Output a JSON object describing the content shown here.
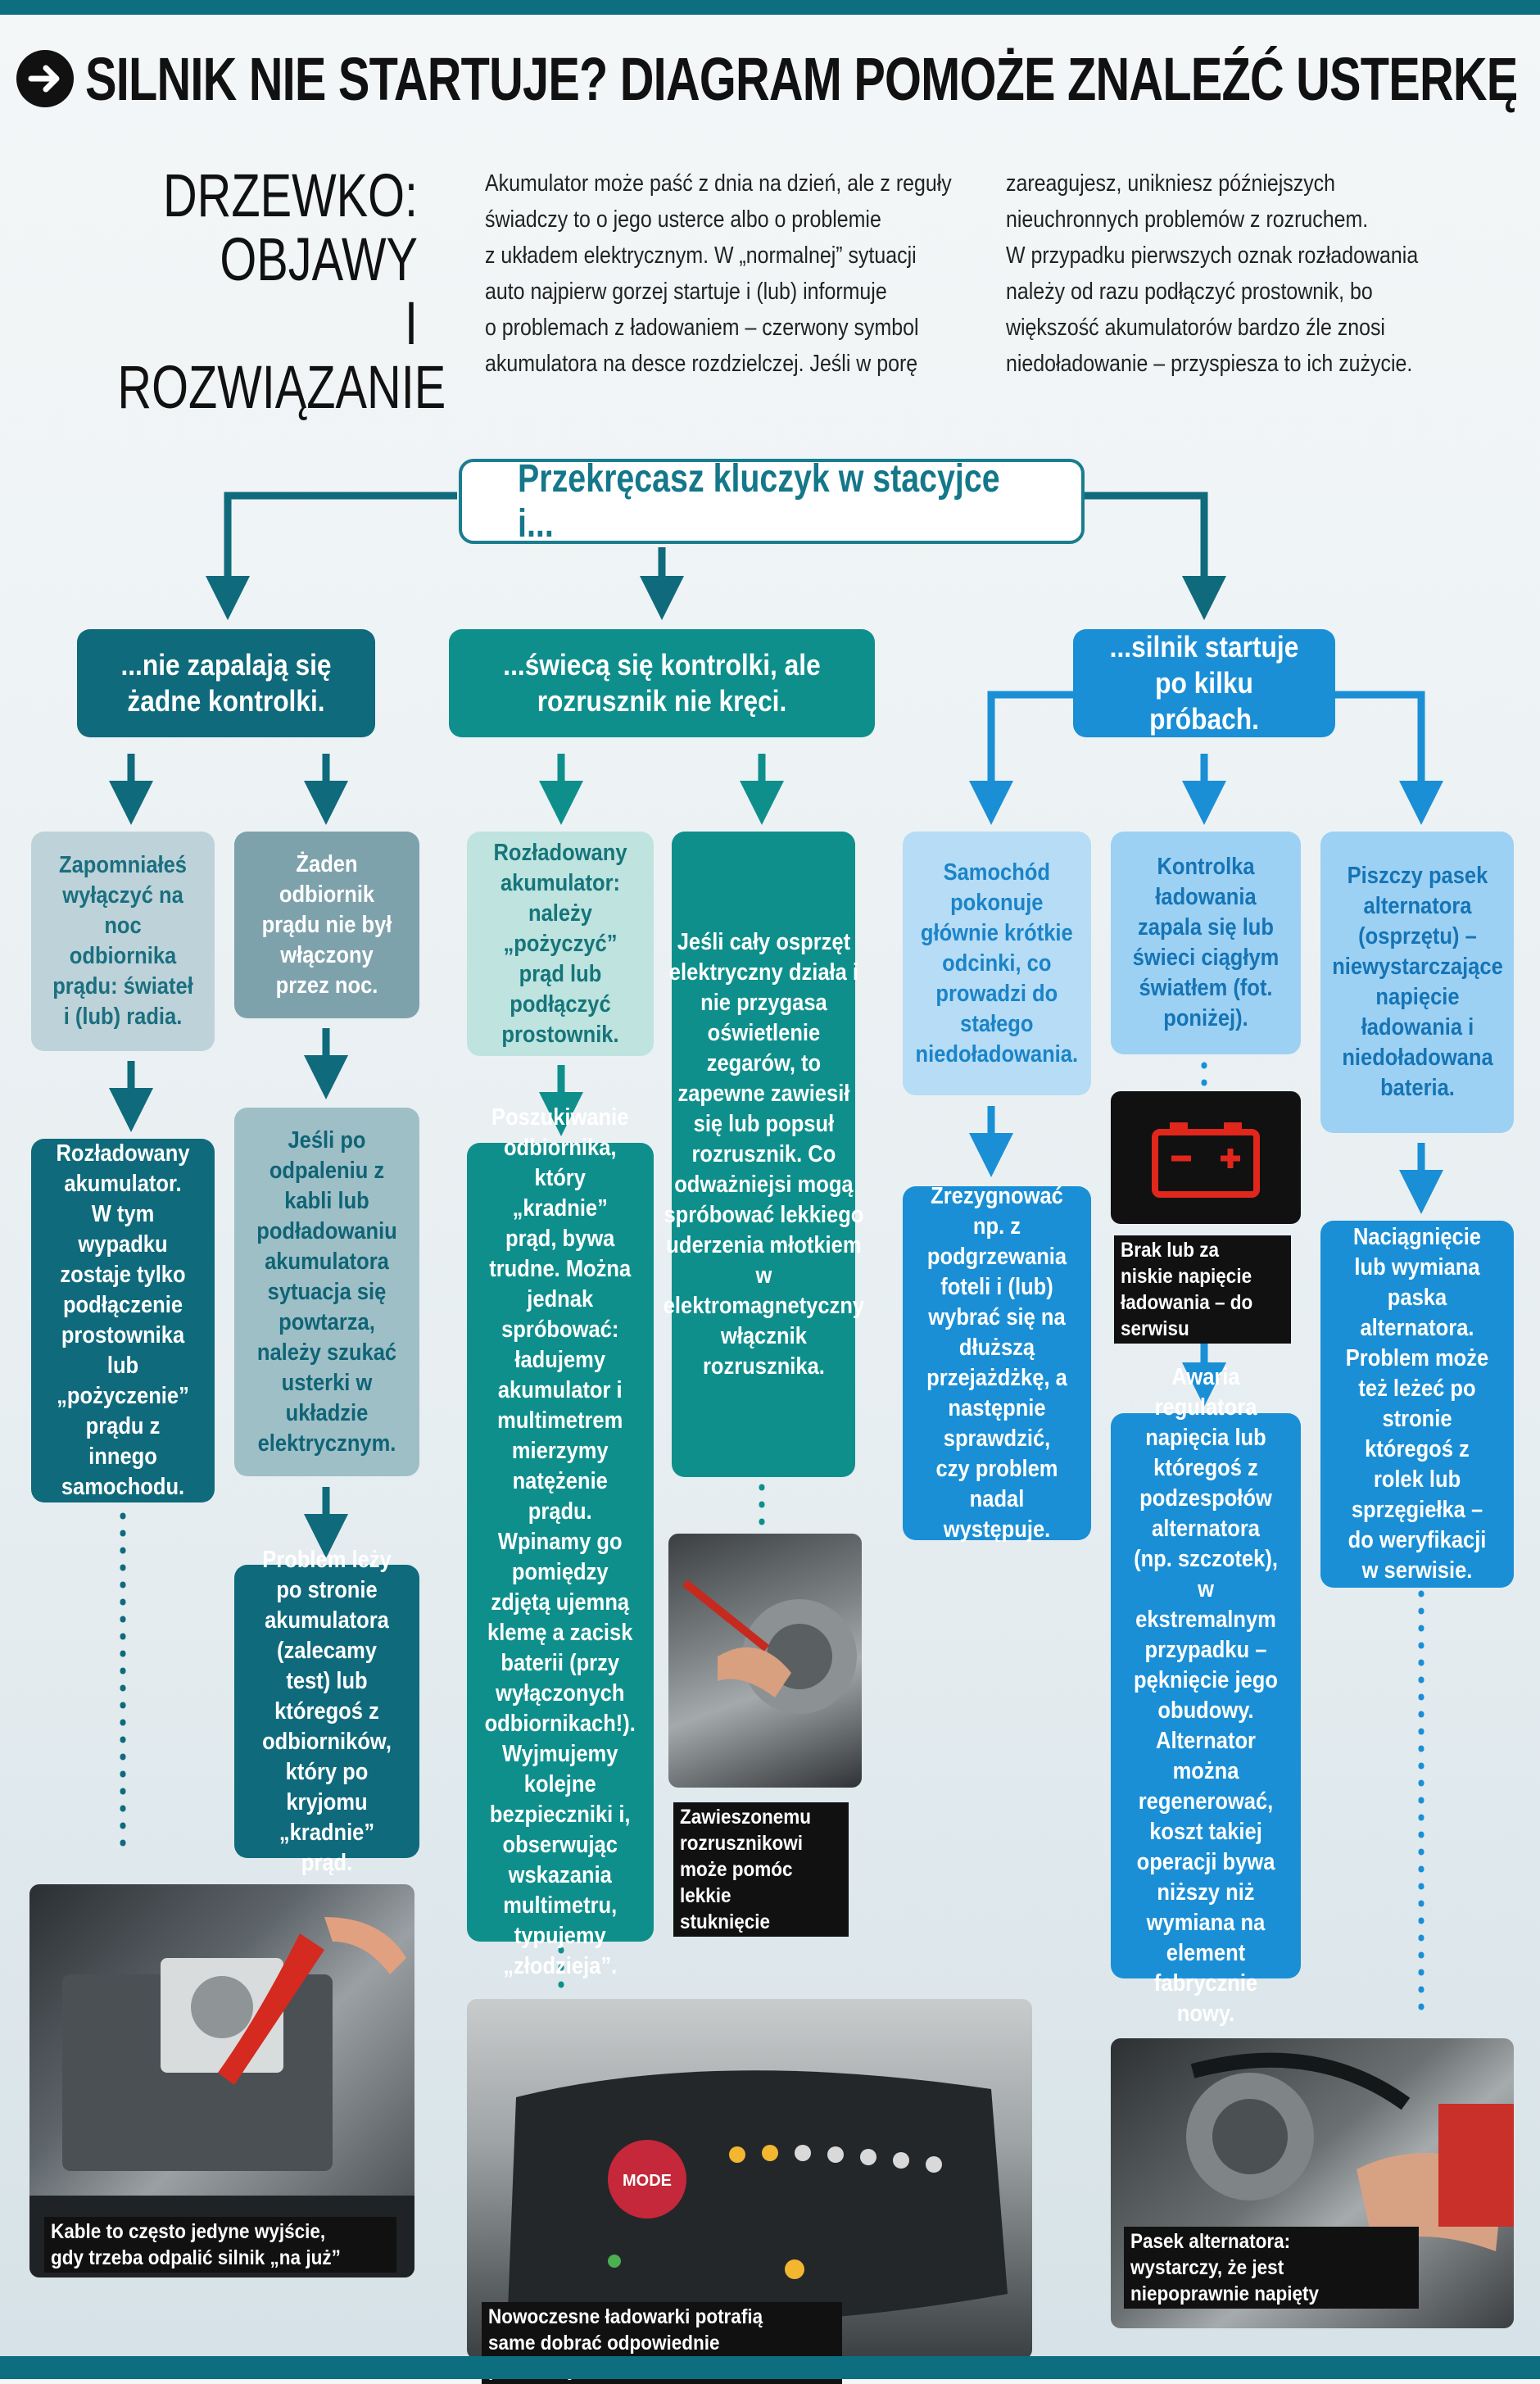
{
  "header": {
    "title": "SILNIK NIE STARTUJE? DIAGRAM POMOŻE ZNALEŹĆ USTERKĘ",
    "subtitle_line1": "DRZEWKO: OBJAWY",
    "subtitle_line2": "I ROZWIĄZANIE"
  },
  "intro": {
    "col1": [
      "Akumulator może paść z dnia na dzień, ale z reguły",
      "świadczy to o jego usterce albo o problemie",
      "z układem elektrycznym. W „normalnej” sytuacji",
      "auto najpierw gorzej startuje i (lub) informuje",
      "o problemach z ładowaniem – czerwony symbol",
      "akumulatora na desce rozdzielczej. Jeśli w porę"
    ],
    "col2": [
      "zareagujesz, unikniesz późniejszych",
      "nieuchronnych problemów z rozruchem.",
      "W przypadku pierwszych oznak rozładowania",
      "należy od razu podłączyć prostownik, bo",
      "większość akumulatorów bardzo źle znosi",
      "niedoładowanie – przyspiesza to ich zużycie."
    ]
  },
  "flow": {
    "start": "Przekręcasz kluczyk w stacyjce i...",
    "branch_a": "...nie zapalają się żadne kontrolki.",
    "branch_b": "...świecą się kontrolki, ale rozrusznik nie kręci.",
    "branch_c": "...silnik startuje po kilku próbach.",
    "a1": "Zapomniałeś wyłączyć na noc odbiornika prądu: świateł i (lub) radia.",
    "a1_result": "Rozładowany akumulator. W tym wypadku zostaje tylko podłączenie prostownika lub „pożyczenie” prądu z innego samochodu.",
    "a2": "Żaden odbiornik prądu nie był włączony przez noc.",
    "a2_next": "Jeśli po odpaleniu z kabli lub podładowaniu akumulatora sytuacja się powtarza, należy szukać usterki w układzie elektrycznym.",
    "a2_result": "Problem leży po stronie akumulatora (zalecamy test) lub któregoś z odbiorników, który po kryjomu „kradnie” prąd.",
    "b1": "Rozładowany akumulator: należy „pożyczyć” prąd lub podłączyć prostownik.",
    "b1_result": "Poszukiwanie odbiornika, który „kradnie” prąd, bywa trudne. Można jednak spróbować: ładujemy akumulator i multimetrem mierzymy natężenie prądu. Wpinamy go pomiędzy zdjętą ujemną klemę a zacisk baterii (przy wyłączonych odbiornikach!). Wyjmujemy kolejne bezpieczniki i, obserwując wskazania multimetru, typujemy „złodzieja”.",
    "b2": "Jeśli cały osprzęt elektryczny działa i nie przygasa oświetlenie zegarów, to zapewne zawiesił się lub popsuł rozrusznik. Co odważniejsi mogą spróbować lekkiego uderzenia młotkiem w elektromagnetyczny włącznik rozrusznika.",
    "c1": "Samochód pokonuje głównie krótkie odcinki, co prowadzi do stałego niedoładowania.",
    "c1_result": "Zrezygnować np. z podgrzewania foteli i (lub) wybrać się na dłuższą przejażdżkę, a następnie sprawdzić, czy problem nadal występuje.",
    "c2": "Kontrolka ładowania zapala się lub świeci ciągłym światłem (fot. poniżej).",
    "c2_caption": "Brak lub za niskie napięcie ładowania – do serwisu",
    "c2_result": "Awaria regulatora napięcia lub któregoś z podzespołów alternatora (np. szczotek), w ekstremalnym przypadku – pęknięcie jego obudowy. Alternator można regenerować, koszt takiej operacji bywa niższy niż wymiana na element fabrycznie nowy.",
    "c3": "Piszczy pasek alternatora (osprzętu) – niewystarczające napięcie ładowania i niedoładowana bateria.",
    "c3_result": "Naciągnięcie lub wymiana paska alternatora. Problem może też leżeć po stronie któregoś z rolek lub sprzęgiełka – do weryfikacji w serwisie."
  },
  "photos": {
    "cables": "Kable to często jedyne wyjście, gdy trzeba odpalić silnik „na już”",
    "starter": "Zawieszonemu rozrusznikowi może pomóc lekkie stuknięcie",
    "charger": "Nowoczesne ładowarki potrafią same dobrać odpowiednie parametry",
    "charger_button": "MODE",
    "belt": "Pasek alternatora: wystarczy, że jest niepoprawnie napięty"
  },
  "colors": {
    "accent": "#0d6e80",
    "teal": "#0e8f8c",
    "blue": "#1a8fd6",
    "warning_red": "#e1261c"
  }
}
